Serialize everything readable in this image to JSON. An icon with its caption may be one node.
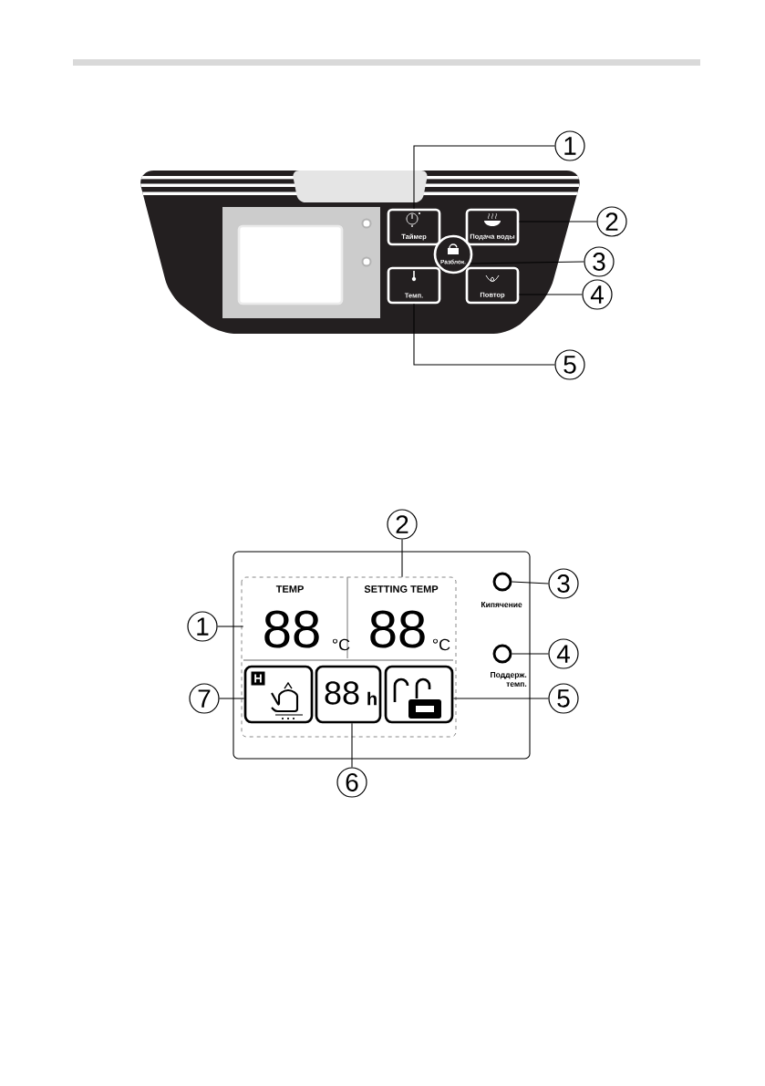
{
  "diagram": {
    "nodes": [
      {
        "text": [
          "1"
        ]
      },
      {
        "text": [
          "2"
        ]
      },
      {
        "text": [
          "3"
        ]
      },
      {
        "text": [
          "4"
        ]
      },
      {
        "text": [
          "5"
        ]
      },
      {
        "text": [
          "Таймер"
        ]
      },
      {
        "text": [
          "Подача воды"
        ]
      },
      {
        "text": [
          "Разблок."
        ]
      },
      {
        "text": [
          "Повтор"
        ]
      },
      {
        "text": [
          "Темп."
        ]
      },
      {
        "text": [
          "1"
        ]
      },
      {
        "text": [
          "2"
        ]
      },
      {
        "text": [
          "3"
        ]
      },
      {
        "text": [
          "4"
        ]
      },
      {
        "text": [
          "5"
        ]
      },
      {
        "text": [
          "6"
        ]
      },
      {
        "text": [
          "7"
        ]
      },
      {
        "text": [
          "TEMP",
          "88",
          "°C"
        ]
      },
      {
        "text": [
          "SETTING TEMP",
          "88",
          "°C"
        ]
      },
      {
        "text": [],
        "shape": "circle",
        "beside": [
          "Кипячение"
        ]
      },
      {
        "text": [],
        "shape": "circle",
        "beside": [
          "Поддерж. темп."
        ]
      },
      {
        "text": [
          "H"
        ]
      },
      {
        "text": [
          "88",
          "h"
        ]
      },
      {
        "text": [],
        "shape": "box"
      }
    ],
    "edges": [
      {
        "from": 0,
        "to": 5,
        "arrow": "none"
      },
      {
        "from": 1,
        "to": 6,
        "arrow": "none"
      },
      {
        "from": 2,
        "to": 7,
        "arrow": "none"
      },
      {
        "from": 3,
        "to": 8,
        "arrow": "none"
      },
      {
        "from": 4,
        "to": 9,
        "arrow": "none"
      },
      {
        "from": 10,
        "to": 17,
        "arrow": "none"
      },
      {
        "from": 11,
        "to": 18,
        "arrow": "none"
      },
      {
        "from": 12,
        "to": 19,
        "arrow": "none"
      },
      {
        "from": 13,
        "to": 20,
        "arrow": "none"
      },
      {
        "from": 14,
        "to": 23,
        "arrow": "none"
      },
      {
        "from": 15,
        "to": 22,
        "arrow": "none"
      },
      {
        "from": 16,
        "to": 21,
        "arrow": "none"
      }
    ]
  }
}
